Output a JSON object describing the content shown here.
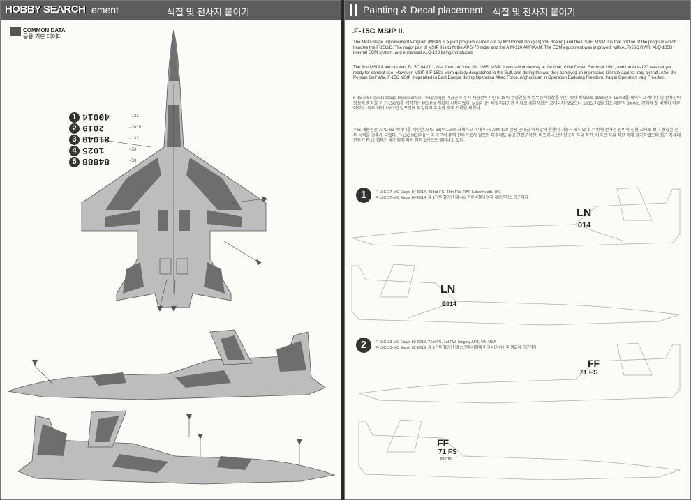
{
  "left_page": {
    "logo": "HOBBY SEARCH",
    "header_en": "ement",
    "header_ko": "색칠 및 전사지 붙이기",
    "common_data": {
      "title": "COMMON DATA",
      "subtitle": "공용 기본 데이터"
    },
    "callouts": [
      {
        "num": "1",
        "value": "40014",
        "code": "- 132"
      },
      {
        "num": "2",
        "value": "2019",
        "code": "- 2019"
      },
      {
        "num": "3",
        "value": "81040",
        "code": "- 133"
      },
      {
        "num": "4",
        "value": "1025",
        "code": "- 53"
      },
      {
        "num": "5",
        "value": "84888",
        "code": "- 53"
      }
    ]
  },
  "right_page": {
    "header_en": "Painting & Decal placement",
    "header_ko": "색칠 및 전사지 붙이기",
    "title": ".F-15C MSIP II.",
    "para1": "The Multi-Stage Improvement Program (MSIP) is a joint program carried out by McDonnell Douglas(now Boeing) and the USAF. MSIP II is that portion of the program which handles the F-15C/D. The major part of MSIP II is to fit the APG-70 radar and the AIM-120 AMRAAM. The ECM equipment was improved, with ALR-56C RWR, ALQ-135B internal ECM system, and enhanced ALQ-128 being introduced.",
    "para2": "The first MSIP II aircraft was F-15C 84-001, first flown on June 20, 1985. MSIP II was still underway at the time of the Desert Storm of 1991, and the AIM-120 was not yet ready for combat use. However, MSIP II F-15Cs were quickly despatched to the Gulf, and during the war they achieved an impressive kill ratio against Iraqi aircraft. After the Persian Gulf War, F-15C MSIP II operated in East Europe during Operation Allied Force, Afghanistan in Operation Enduring Freedom, Iraq in Operation Iraqi Freedom.",
    "para3": "F-15 MSIP(Multi-Stage Improvement Program)는 미공군의 주력 제공전투기인 F-15의 수명연장과 임무능력향상을 위한 개량 계획으로 1983년 F-15A/B를 제외하고 레이더 및 전자장비 향상에 중점을 둔 F-15C/D를 개량하는 MSIP II 계획이 시작되었다. MSIP II는 비밀취급인가 이유로 세부사항은 공개되지 않았으나 1985년 6월 최초 개량형 84-001 기체의 첫 비행이 이루어졌다. 이후 이어 1991년 걸프전에 투입되어 우수한 격추 기록을 세웠다.",
    "para4": "주요 개량점은 APG-63 레이더를 개량한 APG-63(V)1으로 교체하고 이에 따라 AIM-120 암람 공대공 미사일의 운용이 가능하게 되었다. 이밖에 전자전 장비의 신형 교체로 보다 향상된 전투 능력을 갖추게 되었다. F-15C MSIP II는 미 공군의 주력 전투기로서 걸프전 이후에도 유고 연합군작전, 아프가니스탄 항구적 자유 작전, 이라크 자유 작전 등에 참가하였으며 최근 차세대 전투기 F-22 랩터가 배치됨에 따라 점차 2선으로 물러나고 있다.",
    "opt1": {
      "num": "1",
      "cap1": "F-15C-37-MC Eagle 84-0014, 493rd FS, 48th FW, RAF Lakenheath, UK",
      "cap2": "F-15C-37-MC Eagle 84-0014, 제 1전투 항공단 제 493 전투비행대 영국 레이큰히스 공군기지",
      "tail_code": "LN",
      "serial": "014",
      "serial_lower": "E014"
    },
    "opt2": {
      "num": "2",
      "cap1": "F-15C-33-MC Eagle 82-0019, 71st FS, 1st FW, langley AFB, VA, USA",
      "cap2": "F-15C-33-MC Eagle 82-0019, 제 1전투 항공단 제 71전투비행대 미국 버지니아주 랭글리 공군기지",
      "tail_code": "FF",
      "squadron": "71 FS",
      "serial_small": "82-019"
    }
  }
}
